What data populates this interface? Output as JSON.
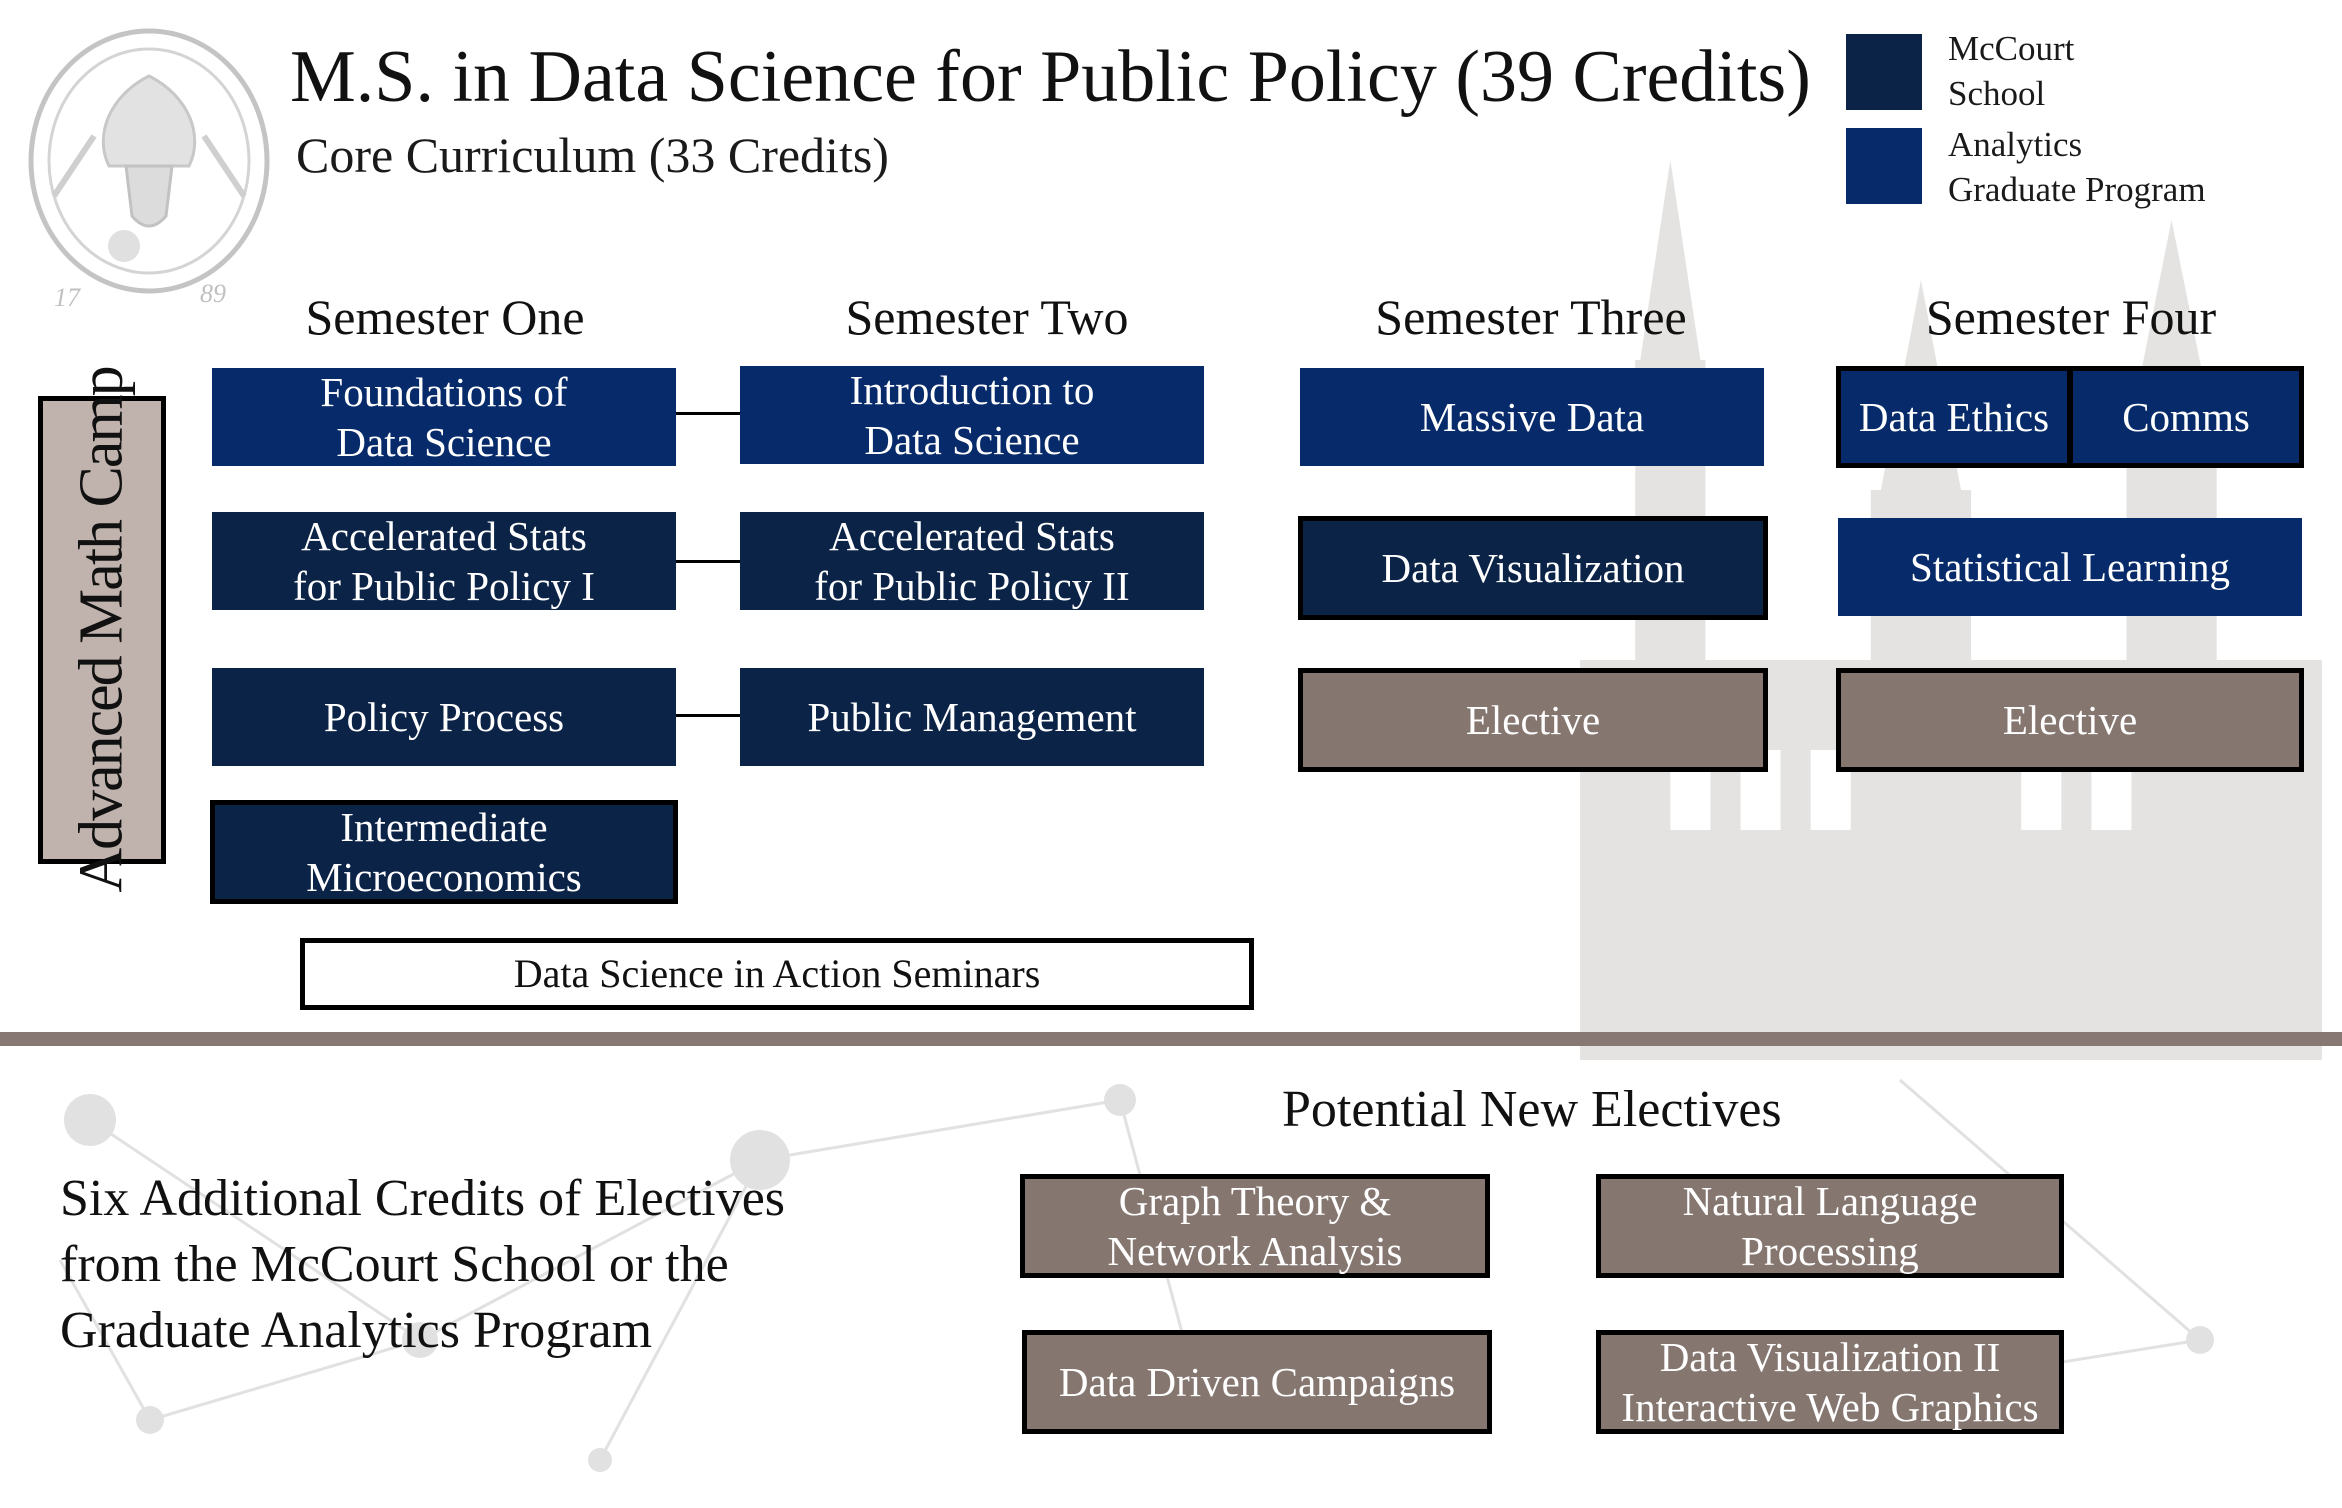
{
  "title": "M.S. in Data Science for Public Policy (39 Credits)",
  "subtitle": "Core Curriculum (33 Credits)",
  "seal": {
    "year_left": "17",
    "year_right": "89"
  },
  "legend": [
    {
      "label": "McCourt\nSchool",
      "color": "#0b2347"
    },
    {
      "label": "Analytics\nGraduate Program",
      "color": "#072b6a"
    }
  ],
  "side_label": "Advanced Math Camp",
  "semesters": [
    "Semester One",
    "Semester Two",
    "Semester Three",
    "Semester Four"
  ],
  "courses": {
    "foundations": "Foundations of\nData Science",
    "intro_ds": "Introduction to\nData Science",
    "massive_data": "Massive Data",
    "data_ethics": "Data Ethics",
    "comms": "Comms",
    "stats1": "Accelerated Stats\nfor Public Policy I",
    "stats2": "Accelerated Stats\nfor Public Policy II",
    "data_viz": "Data Visualization",
    "stat_learning": "Statistical Learning",
    "policy_process": "Policy Process",
    "public_mgmt": "Public Management",
    "elective3": "Elective",
    "elective4": "Elective",
    "micro": "Intermediate\nMicroeconomics",
    "seminars": "Data Science in Action Seminars"
  },
  "electives_heading": "Potential New Electives",
  "electives": [
    "Graph Theory &\nNetwork Analysis",
    "Natural Language\nProcessing",
    "Data Driven Campaigns",
    "Data Visualization II\nInteractive Web Graphics"
  ],
  "additional": [
    "Six Additional Credits of Electives",
    "from the McCourt School or the",
    "Graduate Analytics Program"
  ],
  "colors": {
    "mccourt": "#0b2347",
    "analytics": "#072b6a",
    "elective": "#857670",
    "camp": "#c0b3ad",
    "divider": "#877873"
  }
}
